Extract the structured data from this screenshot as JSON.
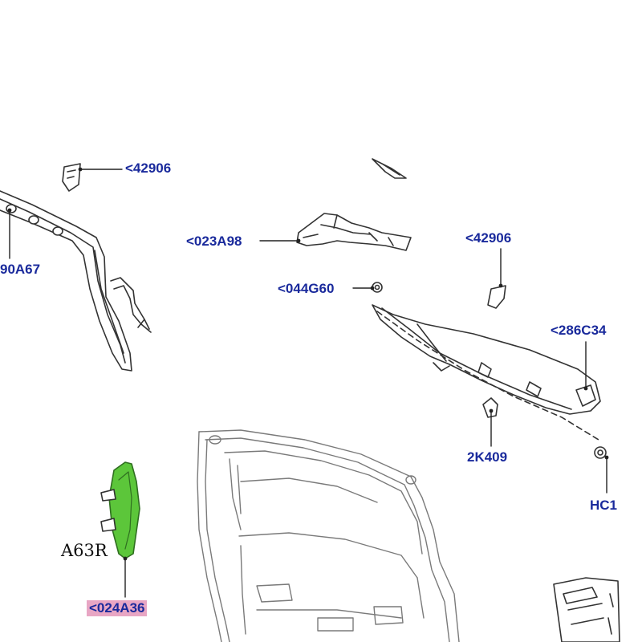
{
  "diagram": {
    "callouts": [
      {
        "id": "c1",
        "text": "<42906"
      },
      {
        "id": "c2",
        "text": "90A67"
      },
      {
        "id": "c3",
        "text": "<023A98"
      },
      {
        "id": "c4",
        "text": "<42906"
      },
      {
        "id": "c5",
        "text": "<044G60"
      },
      {
        "id": "c6",
        "text": "<286C34"
      },
      {
        "id": "c7",
        "text": "2K409"
      },
      {
        "id": "c8",
        "text": "HC1"
      },
      {
        "id": "c9",
        "text": "<024A36"
      }
    ],
    "variant_label": "A63R",
    "colors": {
      "callout_text": "#1a2a9c",
      "highlighted_part": "#5cc63a",
      "callout_highlight": "#e8a6c4",
      "line_art": "#333333"
    }
  }
}
